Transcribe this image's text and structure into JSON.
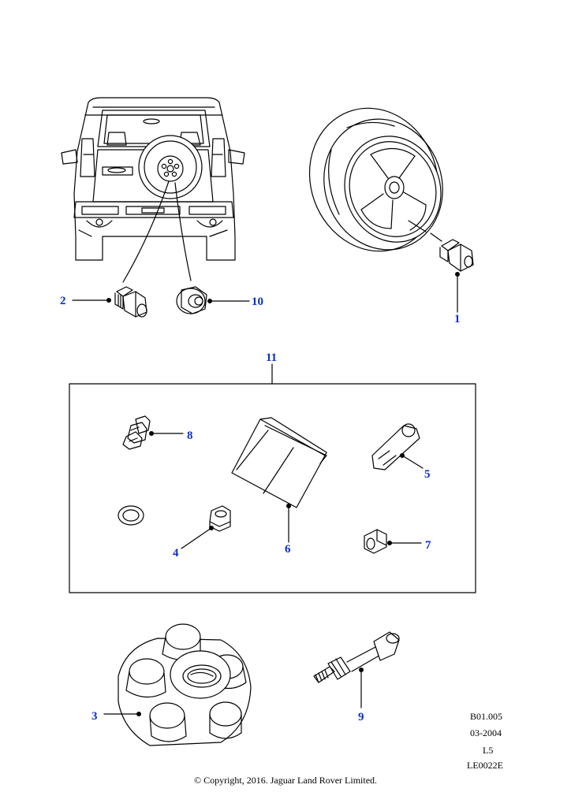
{
  "colors": {
    "callout": "#0b2ecf",
    "line": "#000000",
    "background": "#ffffff"
  },
  "callouts": {
    "c1": "1",
    "c2": "2",
    "c3": "3",
    "c4": "4",
    "c5": "5",
    "c6": "6",
    "c7": "7",
    "c8": "8",
    "c9": "9",
    "c10": "10",
    "c11": "11"
  },
  "diagram_meta": {
    "ref": "B01.005",
    "date": "03-2004",
    "level": "L5",
    "code": "LE0022E"
  },
  "copyright": "© Copyright, 2016. Jaguar Land Rover Limited."
}
